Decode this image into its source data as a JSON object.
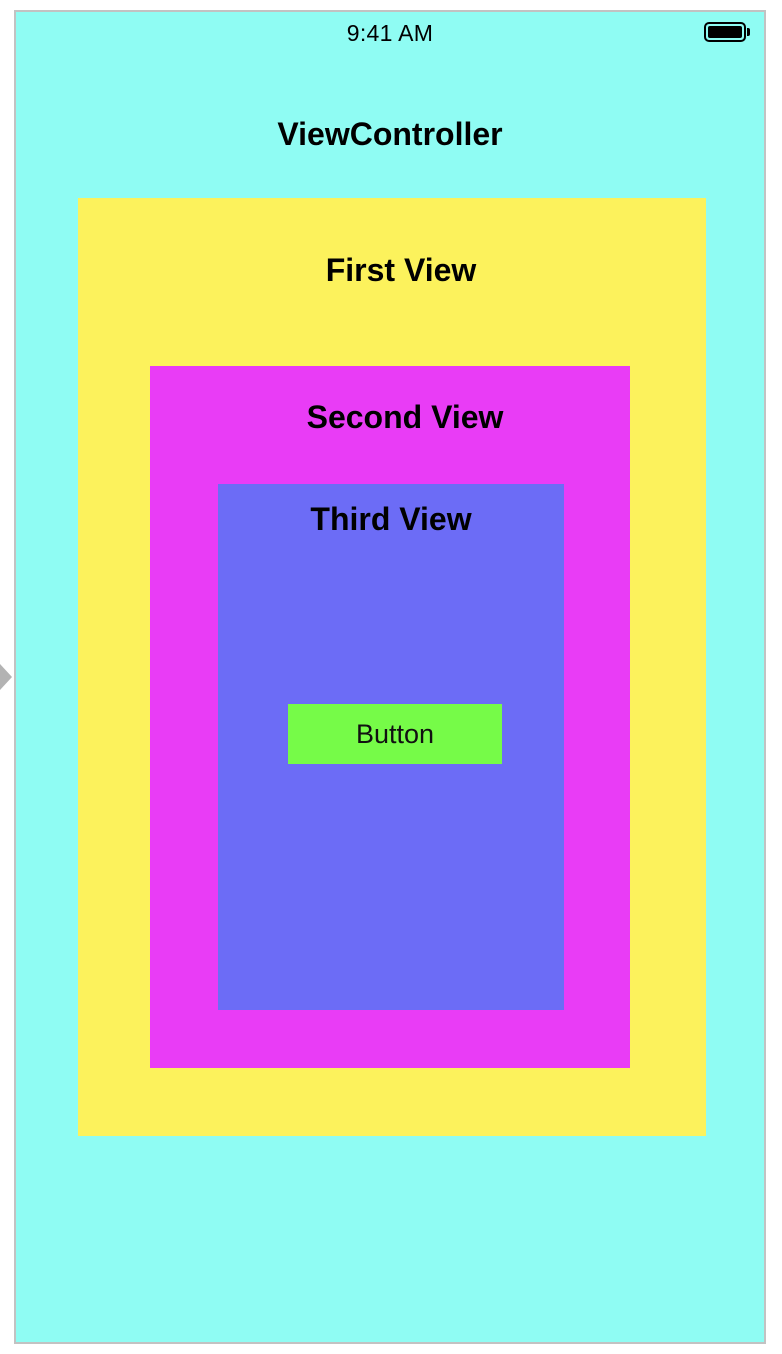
{
  "status_bar": {
    "time": "9:41 AM",
    "battery_icon": "battery-full-icon"
  },
  "entry_point": {
    "icon": "entry-arrow-icon"
  },
  "view_controller": {
    "title": "ViewController",
    "background_color": "#8ffcf3"
  },
  "first_view": {
    "label": "First View",
    "background_color": "#fcf25c"
  },
  "second_view": {
    "label": "Second View",
    "background_color": "#e93cf6"
  },
  "third_view": {
    "label": "Third View",
    "background_color": "#6c6cf6"
  },
  "button": {
    "label": "Button",
    "background_color": "#76fb48"
  }
}
